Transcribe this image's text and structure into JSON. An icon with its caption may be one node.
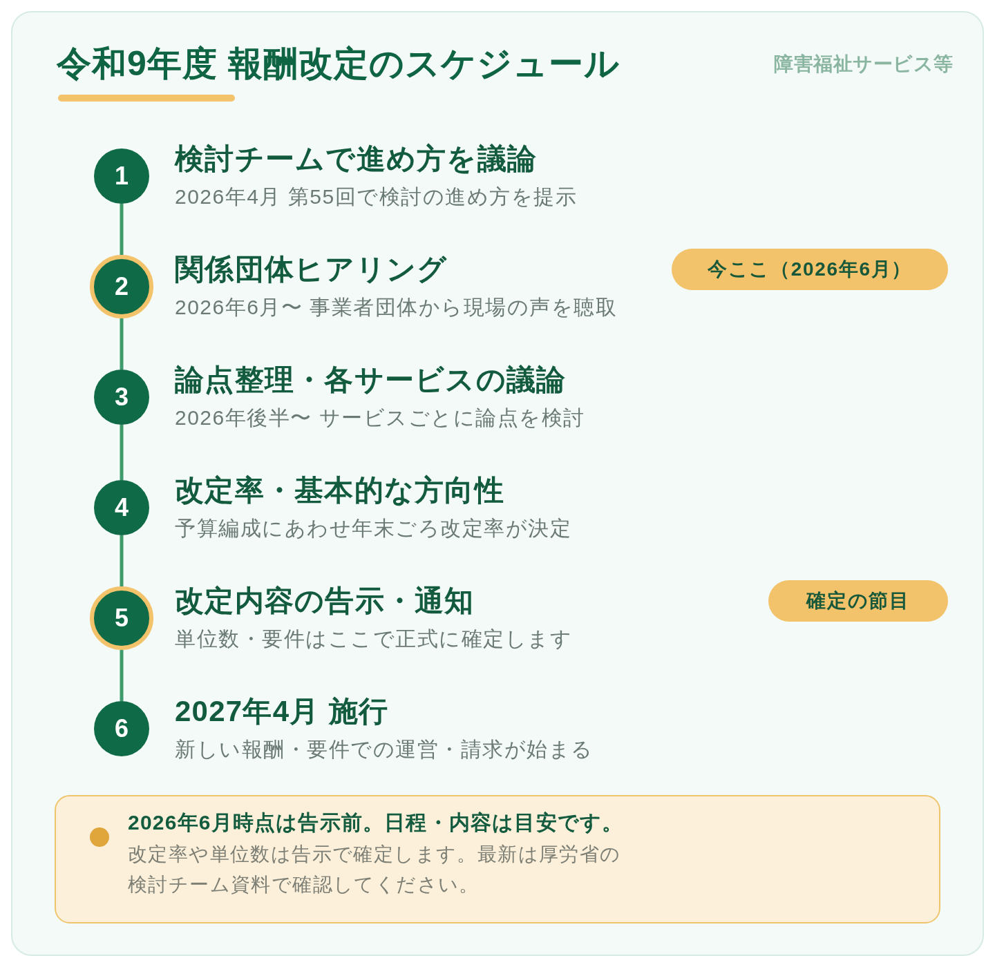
{
  "diagram": {
    "title": "令和9年度 報酬改定のスケジュール",
    "nodes": [
      {
        "text": [
          "1"
        ],
        "beside": [
          "検討チームで進め方を議論",
          "2026年4月 第55回で検討の進め方を提示"
        ]
      },
      {
        "text": [
          "2"
        ],
        "beside": [
          "関係団体ヒアリング",
          "2026年6月〜 事業者団体から現場の声を聴取"
        ]
      },
      {
        "text": [
          "今ここ（2026年6月）"
        ]
      },
      {
        "text": [
          "3"
        ],
        "beside": [
          "論点整理・各サービスの議論",
          "2026年後半〜 サービスごとに論点を検討"
        ]
      },
      {
        "text": [
          "4"
        ],
        "beside": [
          "改定率・基本的な方向性",
          "予算編成にあわせ年末ごろ改定率が決定"
        ]
      },
      {
        "text": [
          "5"
        ],
        "beside": [
          "改定内容の告示・通知",
          "単位数・要件はここで正式に確定します"
        ]
      },
      {
        "text": [
          "確定の節目"
        ]
      },
      {
        "text": [
          "6"
        ],
        "beside": [
          "2027年4月 施行",
          "新しい報酬・要件での運営・請求が始まる"
        ]
      },
      {
        "text": [
          "2026年6月時点は告示前。日程・内容は目安です。",
          "改定率や単位数は告示で確定します。最新は厚労省の検討チーム資料で確認してください。"
        ]
      }
    ],
    "edges": [
      {
        "from": 0,
        "to": 1,
        "arrow": "none"
      },
      {
        "from": 1,
        "to": 3,
        "arrow": "none"
      },
      {
        "from": 3,
        "to": 4,
        "arrow": "none"
      },
      {
        "from": 4,
        "to": 5,
        "arrow": "none"
      },
      {
        "from": 5,
        "to": 7,
        "arrow": "none"
      }
    ],
    "labels": [
      "障害福祉サービス等"
    ]
  }
}
